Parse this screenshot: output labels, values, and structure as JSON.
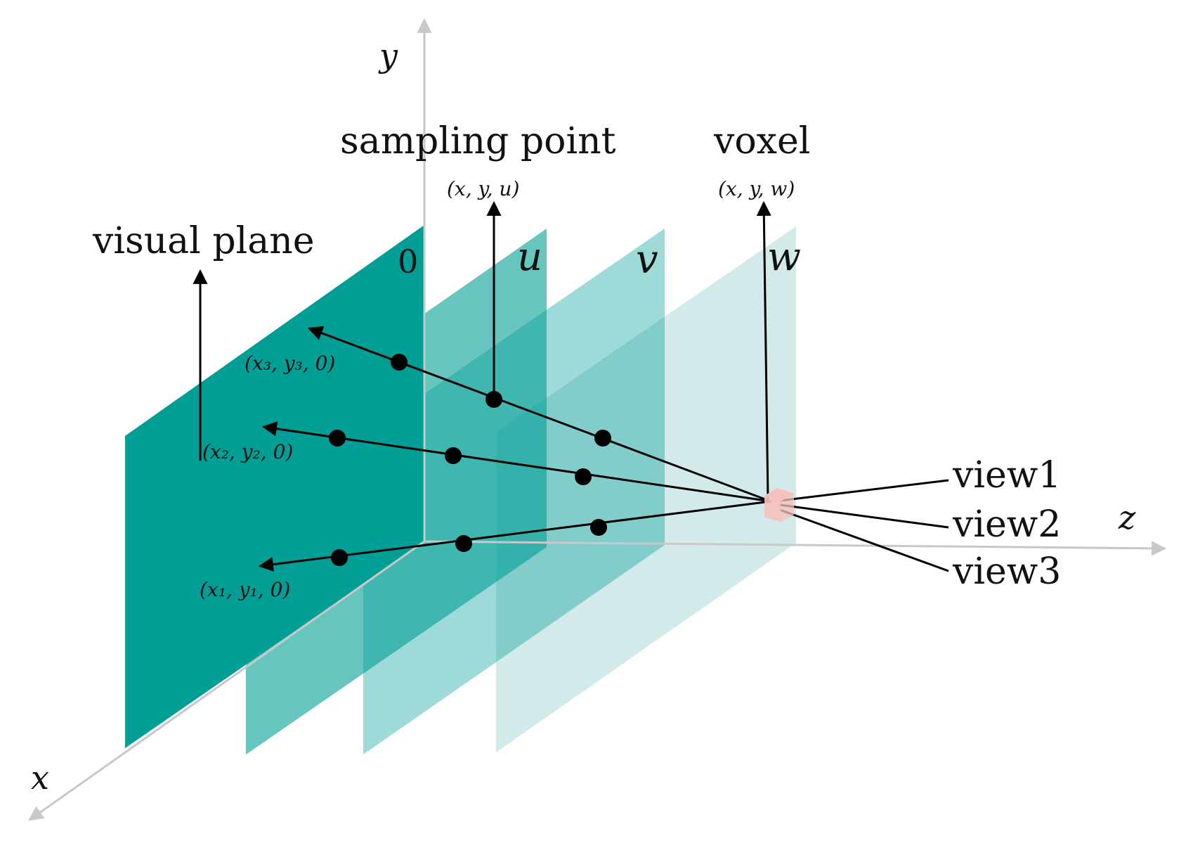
{
  "colors": {
    "plane_0": "#009e95",
    "plane_u": "#009e95",
    "plane_v": "#009e95",
    "plane_w": "#5fb5b5",
    "axis": "#c8c8c8",
    "voxel": "#f7c0bd",
    "ray": "#000000"
  },
  "axes": {
    "y_label": "y",
    "x_label": "x",
    "z_label": "z"
  },
  "annotations": {
    "sampling_point_title": "sampling point",
    "sampling_point_coord": "(x, y, u)",
    "voxel_title": "voxel",
    "voxel_coord": "(x, y, w)",
    "visual_plane_title": "visual plane"
  },
  "planes": [
    {
      "label": "0"
    },
    {
      "label": "u"
    },
    {
      "label": "v"
    },
    {
      "label": "w"
    }
  ],
  "points": {
    "p3": "(x₃, y₃, 0)",
    "p2": "(x₂, y₂, 0)",
    "p1": "(x₁, y₁, 0)"
  },
  "views": [
    "view1",
    "view2",
    "view3"
  ]
}
